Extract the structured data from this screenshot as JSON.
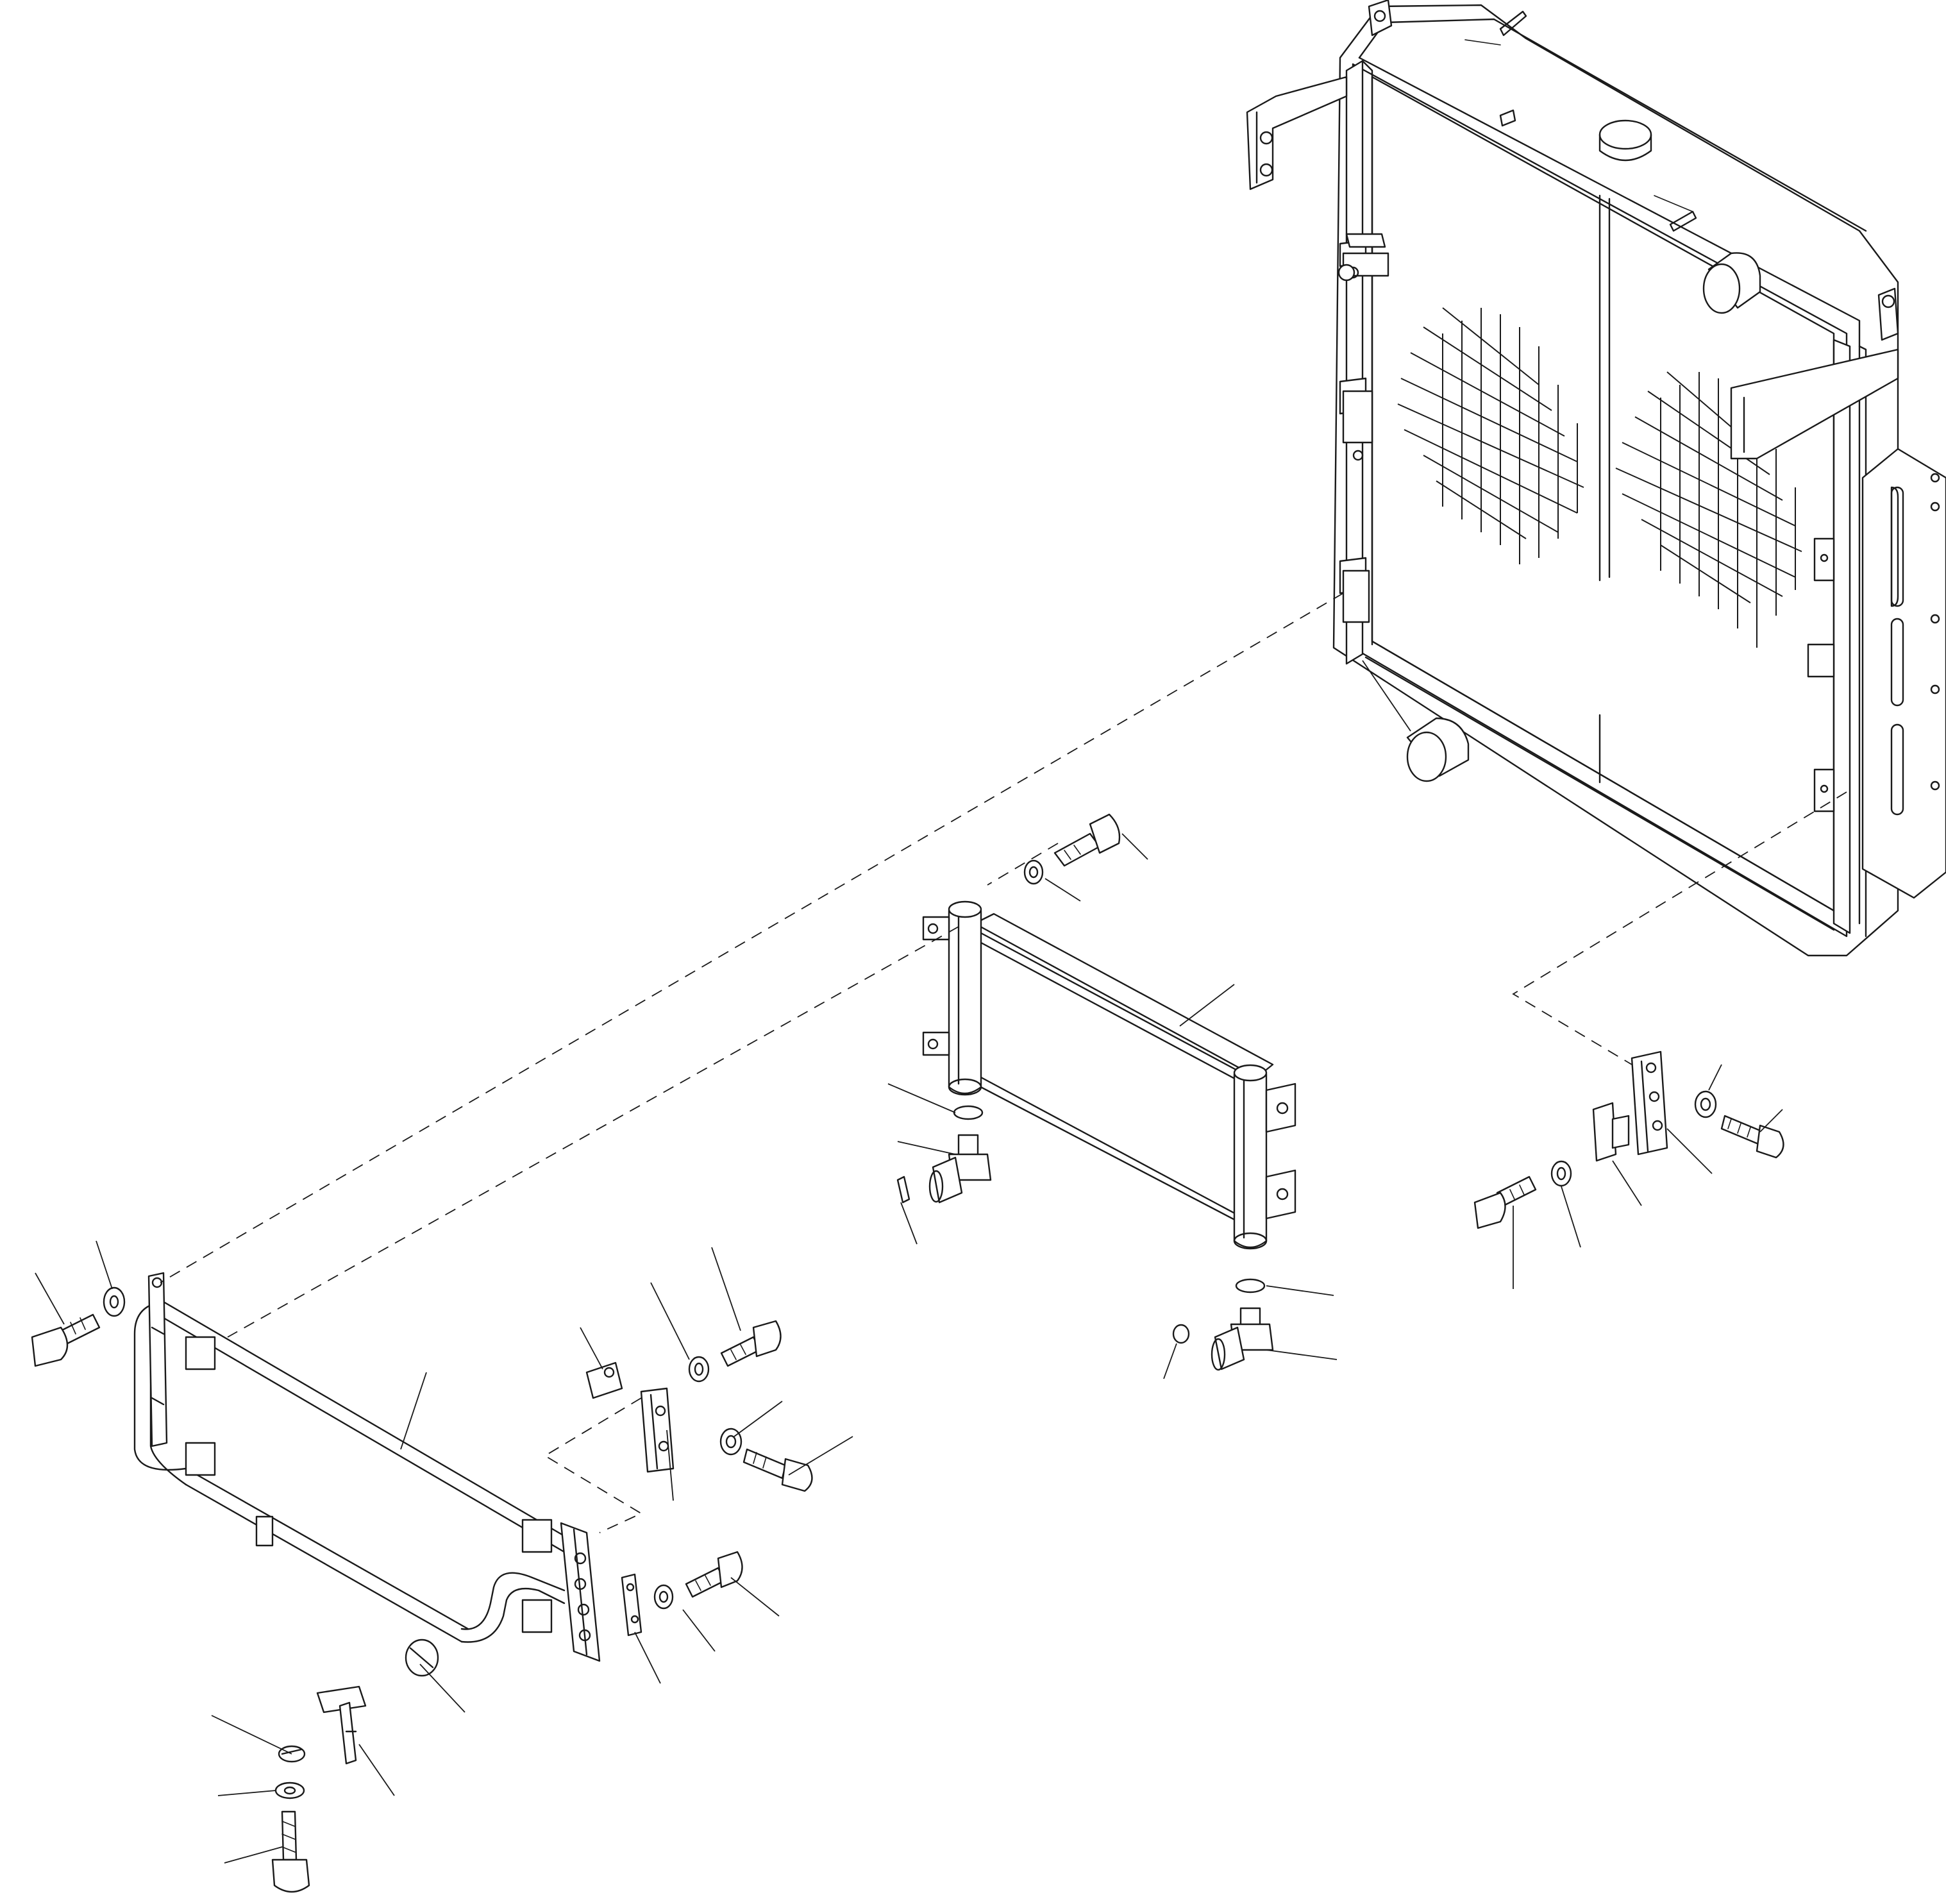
{
  "diagram": {
    "kind": "exploded parts diagram",
    "colors": {
      "line": "#1a1a1a",
      "background": "#ffffff"
    },
    "parts": [
      {
        "name": "radiator-assembly"
      },
      {
        "name": "center-oil-cooler"
      },
      {
        "name": "front-tube-guard-frame"
      },
      {
        "name": "lower-right-bracket"
      },
      {
        "name": "right-clip-bracket"
      },
      {
        "name": "mounting-bolts"
      },
      {
        "name": "washers"
      },
      {
        "name": "elbow-fittings"
      },
      {
        "name": "o-rings"
      },
      {
        "name": "clip-assemblies"
      },
      {
        "name": "drain-plug"
      },
      {
        "name": "small-plate"
      }
    ]
  }
}
